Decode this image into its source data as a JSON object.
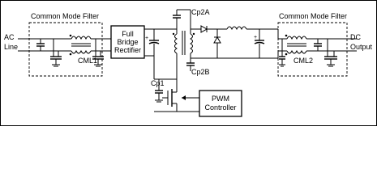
{
  "labels": {
    "cmf_left_title": "Common Mode Filter",
    "cmf_right_title": "Common Mode Filter",
    "ac_line_1": "AC",
    "ac_line_2": "Line",
    "cml1": "CML1",
    "cml2": "CML2",
    "rectifier_1": "Full",
    "rectifier_2": "Bridge",
    "rectifier_3": "Rectifier",
    "cp2a": "Cp2A",
    "cp2b": "Cp2B",
    "cp1": "Cp1",
    "pwm_1": "PWM",
    "pwm_2": "Controller",
    "dc_output_1": "DC",
    "dc_output_2": "Output",
    "plus": "+"
  }
}
